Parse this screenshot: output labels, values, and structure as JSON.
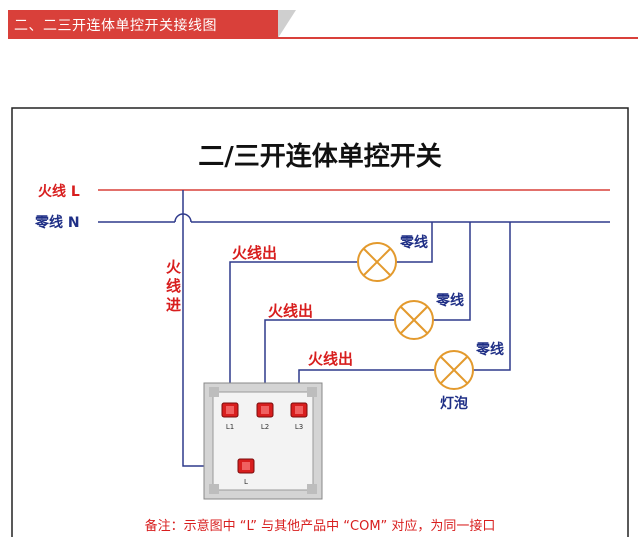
{
  "header": {
    "title": "二、二三开连体单控开关接线图"
  },
  "diagram": {
    "title": "二/三开连体单控开关",
    "live_label": "火线 L",
    "neutral_label": "零线 N",
    "live_in_label": [
      "火",
      "线",
      "进"
    ],
    "live_out_label": "火线出",
    "neutral_short": "零线",
    "bulb_label": "灯泡",
    "terminals": [
      "L1",
      "L2",
      "L3"
    ],
    "common_terminal": "L",
    "note": "备注：示意图中 “L” 与其他产品中 “COM” 对应，为同一接口"
  },
  "colors": {
    "accent": "#d9403a",
    "wire": "#2f3a8c",
    "label_red": "#d81e1e",
    "label_blue": "#1f2f86"
  }
}
